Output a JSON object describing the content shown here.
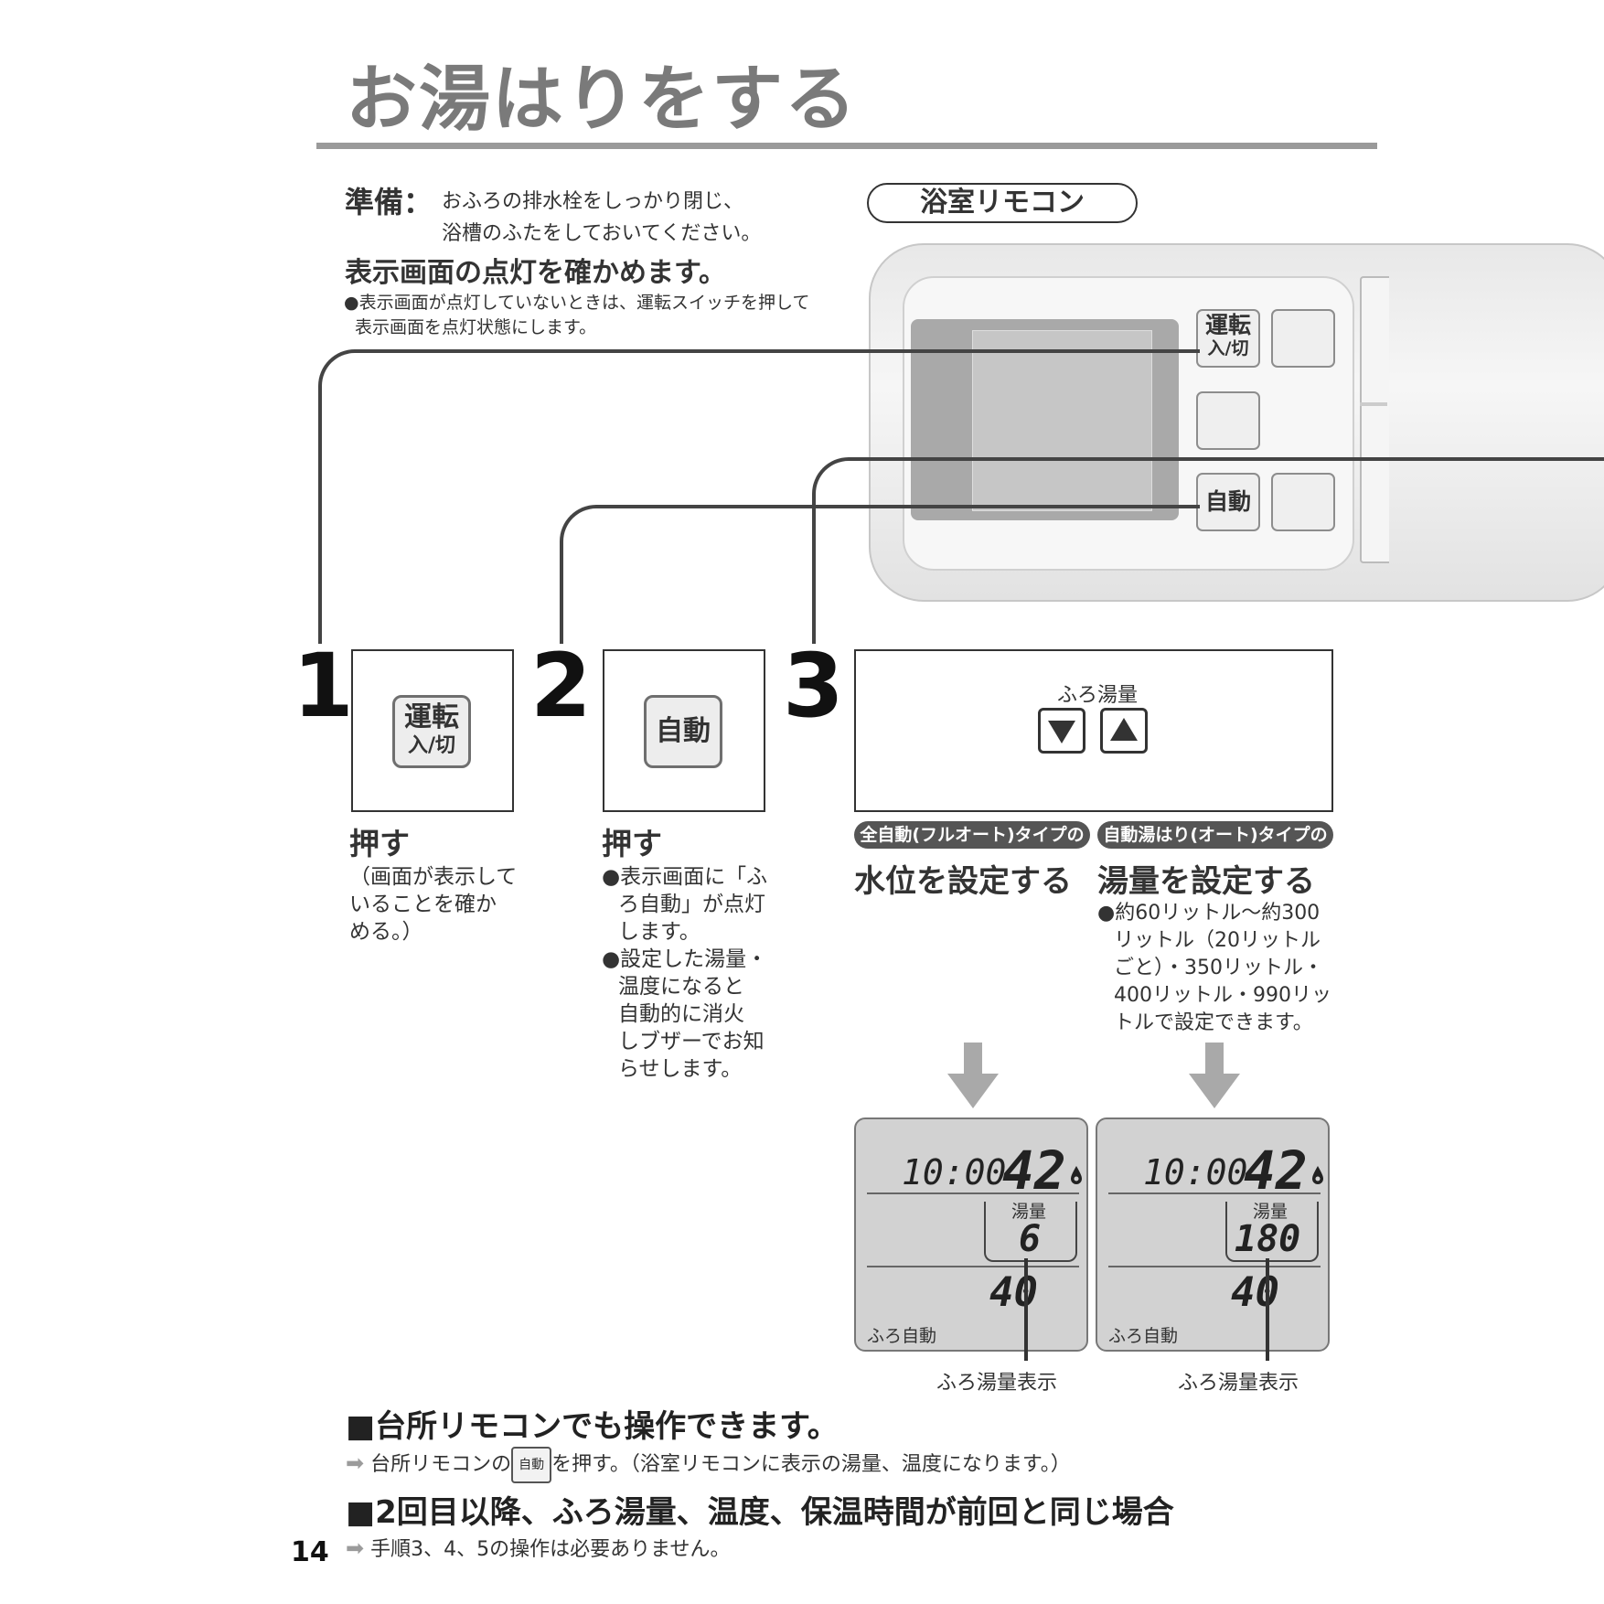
{
  "page": {
    "title": "お湯はりをする",
    "page_number": "14"
  },
  "preparation": {
    "label": "準備：",
    "line1": "おふろの排水栓をしっかり閉じ、",
    "line2": "浴槽のふたをしておいてください。"
  },
  "confirm": {
    "heading": "表示画面の点灯を確かめます。",
    "note_line1": "●表示画面が点灯していないときは、運転スイッチを押して",
    "note_line2": "表示画面を点灯状態にします。"
  },
  "remote": {
    "label": "浴室リモコン",
    "btn_power_main": "運転",
    "btn_power_sub": "入/切",
    "btn_auto": "自動"
  },
  "steps": [
    {
      "number": "1",
      "btn_main": "運転",
      "btn_sub": "入/切",
      "verb": "押す",
      "text_lines": [
        "（画面が表示して",
        "いることを確か",
        "める。）"
      ]
    },
    {
      "number": "2",
      "btn_main": "自動",
      "verb": "押す",
      "text_lines": [
        "●表示画面に「ふ",
        "ろ自動」が点灯",
        "します。",
        "●設定した湯量・",
        "温度になると",
        "自動的に消火",
        "しブザーでお知",
        "らせします。"
      ]
    },
    {
      "number": "3",
      "control_label": "ふろ湯量",
      "down_icon": "triangle-down",
      "up_icon": "triangle-up"
    }
  ],
  "types": {
    "full_auto_tag": "全自動(フルオート)タイプの場合",
    "full_auto_heading": "水位を設定する",
    "auto_tag": "自動湯はり(オート)タイプの場合",
    "auto_heading": "湯量を設定する",
    "auto_text_lines": [
      "●約60リットル～約300",
      "リットル（20リットル",
      "ごと）・350リットル・",
      "400リットル・990リッ",
      "トルで設定できます。"
    ]
  },
  "lcd_left": {
    "time": "10:00",
    "temp": "42",
    "label": "湯量",
    "value": "6",
    "bath_temp": "40",
    "mode": "ふろ自動",
    "display_label": "ふろ湯量表示"
  },
  "lcd_right": {
    "time": "10:00",
    "temp": "42",
    "label": "湯量",
    "value": "180",
    "bath_temp": "40",
    "mode": "ふろ自動",
    "display_label": "ふろ湯量表示"
  },
  "section1": {
    "heading": "■台所リモコンでも操作できます。",
    "text_before": "台所リモコンの",
    "mini_btn": "自動",
    "text_after": "を押す。（浴室リモコンに表示の湯量、温度になります。）"
  },
  "section2": {
    "heading": "■2回目以降、ふろ湯量、温度、保温時間が前回と同じ場合",
    "text": "手順3、4、5の操作は必要ありません。"
  },
  "colors": {
    "title_gray": "#7a7a7a",
    "tag_dark": "#555555",
    "lcd_bg": "#d2d2d2",
    "arrow_gray": "#a9a9a9"
  }
}
